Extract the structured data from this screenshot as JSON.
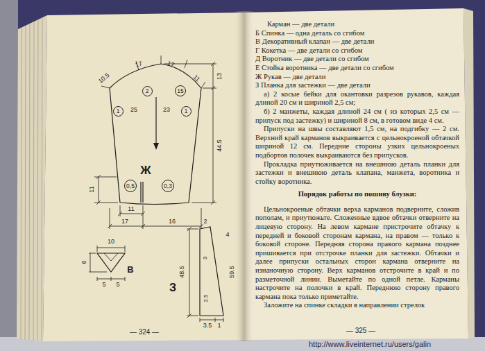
{
  "diagram": {
    "nodes": [
      {
        "text": [
          "1"
        ]
      },
      {
        "text": [
          "2"
        ]
      },
      {
        "text": [
          "15"
        ]
      },
      {
        "text": [
          "1"
        ]
      },
      {
        "text": [
          "0,5"
        ]
      },
      {
        "text": [
          "0,3"
        ]
      }
    ],
    "labels": [
      "10.5",
      "17",
      "17",
      "11",
      "13",
      "25",
      "23",
      "Ж",
      "44.5",
      "11",
      "11",
      "17",
      "16",
      "10",
      "6",
      "В",
      "5",
      "5",
      "2",
      "4",
      "48.5",
      "3",
      "59.5",
      "2.5",
      "З",
      "3.5",
      "1",
      "— 324 —",
      "Карман — две детали",
      "Б Спинка — одна деталь со сгибом",
      "В Декоративный клапан — две детали",
      "Г Кокетка — две детали со сгибом",
      "Д Воротник — две детали со сгибом",
      "Е Стойка воротника — две детали со сгибом",
      "Ж Рукав — две детали",
      "З Планка для застежки — две детали",
      "а) 2 косые бейки для окантовки разрезов рукавов, каждая длиной 20 см и шириной 2,5 см;",
      "б) 2 манжеты, каждая длиной 24 см ( из которых 2,5 см — припуск под застежку) и шириной 8 см, в готовом виде 4 см.",
      "Припуски на швы составляют 1,5 см, на подгибку — 2 см. Верхний край карманов выкраивается с цельнокроеной обтачкой шириной 12 см. Передние стороны узких цельнокроеных подбортов полочек выкраиваются без припусков.",
      "Прокладка приутюживается на внешнюю деталь планки для застежки и внешнюю деталь клапана, манжета, воротника и стойку воротника.",
      "Порядок работы по пошиву блузки:",
      "Цельнокроеные обтачки верха карманов подверните, сложив пополам, и приутюжьте. Сложенные вдвое обтачки отверните на лицевую сторону. На левом кармане пристрочите обтачку к передней и боковой сторонам кармана, на правом — только к боковой стороне. Передняя сторона правого кармана позднее пришивается при отстрочке планки для застежки. Обтачки и далее припуски остальных сторон кармана отверните на изнаночную сторону. Верх карманов отстрочите в край и по разметочной линии. Выметайте по одной петле. Карманы настрочите на полочки в край. Переднюю сторону правого кармана пока только приметайте.",
      "Заложите на спинке складки в направлении стрелок",
      "— 325 —",
      "http://www.liveinternet.ru/users/galin"
    ]
  }
}
